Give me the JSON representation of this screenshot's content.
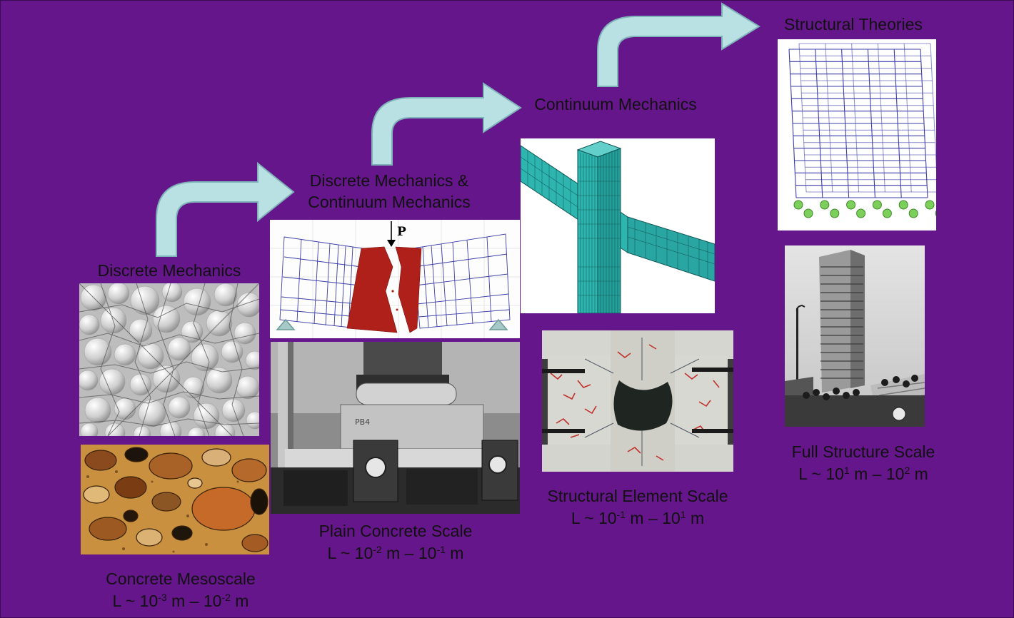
{
  "stages": {
    "discrete": "Discrete Mechanics",
    "hybrid_line1": "Discrete Mechanics &",
    "hybrid_line2": "Continuum Mechanics",
    "continuum": "Continuum Mechanics",
    "structural": "Structural Theories"
  },
  "scales": {
    "meso": {
      "name": "Concrete Mesoscale",
      "range_prefix": "L ~ 10",
      "exp1": "-3",
      "range_mid": " m – 10",
      "exp2": "-2",
      "range_suffix": " m"
    },
    "plain": {
      "name": "Plain Concrete Scale",
      "range_prefix": "L ~ 10",
      "exp1": "-2",
      "range_mid": " m – 10",
      "exp2": "-1",
      "range_suffix": " m"
    },
    "element": {
      "name": "Structural Element Scale",
      "range_prefix": "L ~ 10",
      "exp1": "-1",
      "range_mid": " m – 10",
      "exp2": "1",
      "range_suffix": " m"
    },
    "full": {
      "name": "Full Structure Scale",
      "range_prefix": "L ~ 10",
      "exp1": "1",
      "range_mid": " m – 10",
      "exp2": "2",
      "range_suffix": " m"
    }
  },
  "beam_load_label": "P",
  "colors": {
    "background": "#65168a",
    "arrow_fill": "#b9e0e3",
    "mesh_teal": "#2fb5b0",
    "crack_red": "#b0201a",
    "frame_blue": "#3d3fa8",
    "support_green": "#7ccf5a"
  }
}
